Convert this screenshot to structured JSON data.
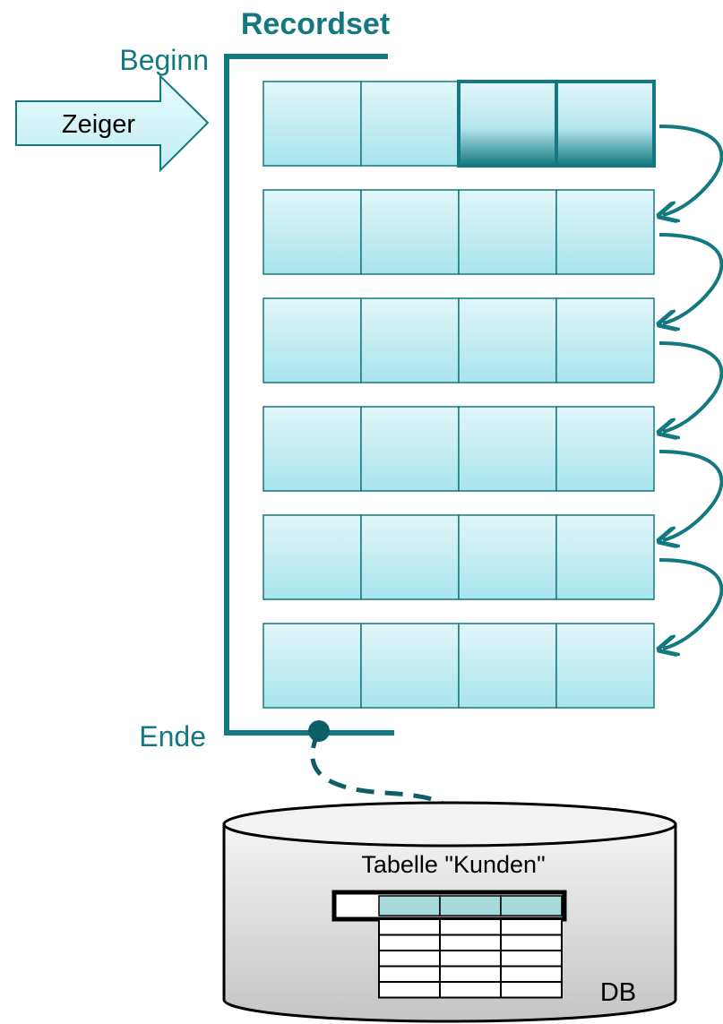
{
  "diagram": {
    "title": "Recordset",
    "begin_label": "Beginn",
    "end_label": "Ende",
    "pointer_label": "Zeiger",
    "db_table_label": "Tabelle \"Kunden\"",
    "db_label": "DB",
    "recordset_rows": 6,
    "columns_per_row": 4,
    "pointer_row_index": 0,
    "highlighted_cells": [
      2,
      3
    ],
    "db_table_rows": 5,
    "db_table_columns": 3
  },
  "colors": {
    "teal": "#13787f",
    "cell_top": "#e2f6f9",
    "cell_bottom": "#a8e4ec",
    "arrow_fill": "#d4f3f7",
    "db_fill_light": "#f2f2f2",
    "db_fill_dark": "#c8c8c8",
    "table_header": "#a9dbdd"
  }
}
